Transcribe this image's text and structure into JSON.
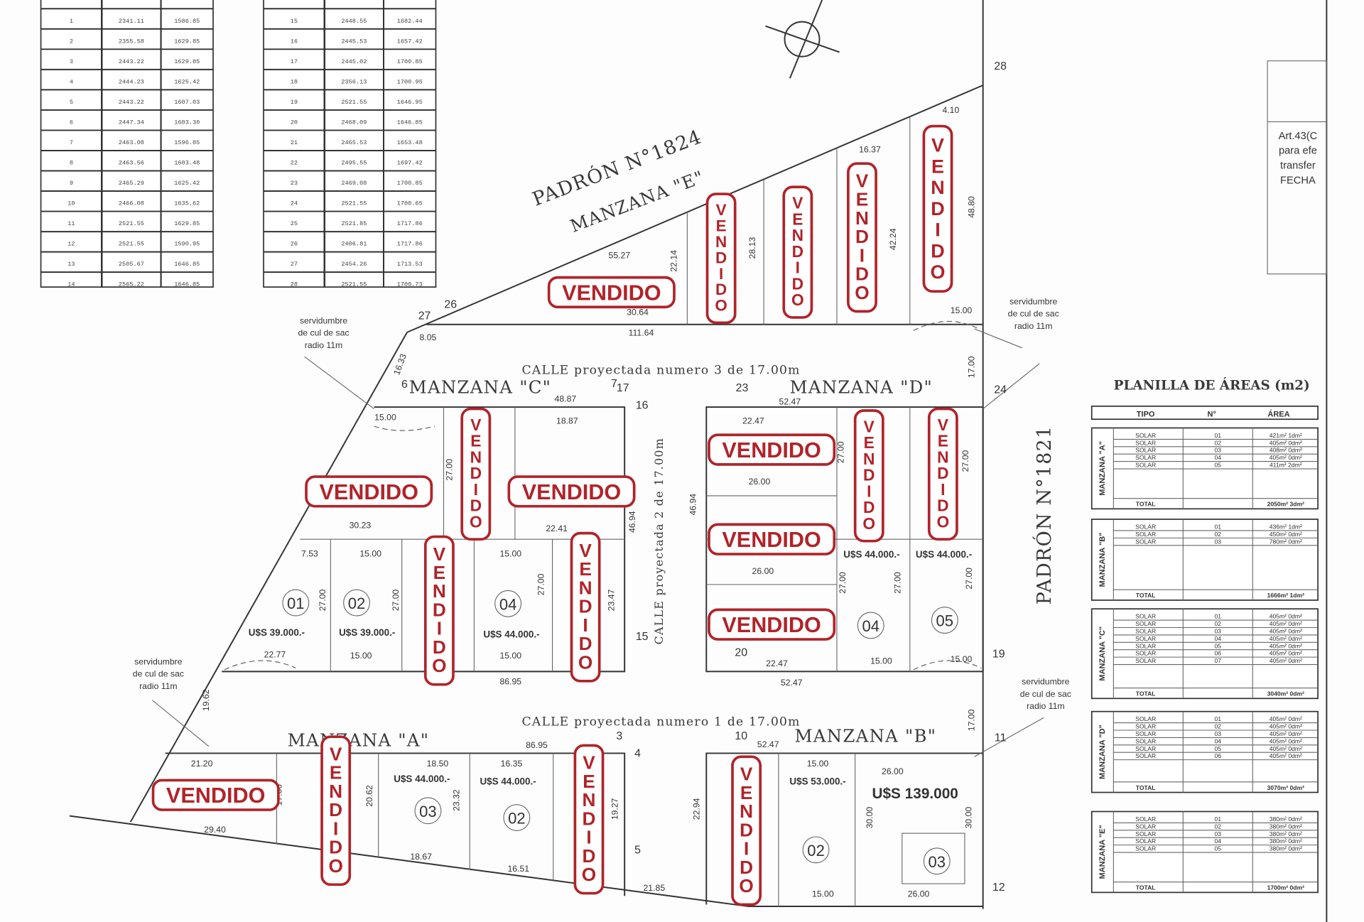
{
  "coordinate_tables": [
    {
      "rows": [
        [
          "1",
          "2341.11",
          "1586.85"
        ],
        [
          "2",
          "2355.58",
          "1629.85"
        ],
        [
          "3",
          "2443.22",
          "1629.85"
        ],
        [
          "4",
          "2444.23",
          "1625.42"
        ],
        [
          "5",
          "2443.22",
          "1607.03"
        ],
        [
          "6",
          "2447.34",
          "1603.30"
        ],
        [
          "7",
          "2463.08",
          "1596.85"
        ],
        [
          "8",
          "2463.56",
          "1603.48"
        ],
        [
          "9",
          "2465.29",
          "1625.42"
        ],
        [
          "10",
          "2466.08",
          "1635.62"
        ],
        [
          "11",
          "2521.55",
          "1629.85"
        ],
        [
          "12",
          "2521.55",
          "1590.95"
        ],
        [
          "13",
          "2505.67",
          "1646.85"
        ],
        [
          "14",
          "2565.22",
          "1646.85"
        ]
      ]
    },
    {
      "rows": [
        [
          "15",
          "2448.55",
          "1682.44"
        ],
        [
          "16",
          "2445.53",
          "1657.42"
        ],
        [
          "17",
          "2445.02",
          "1700.85"
        ],
        [
          "18",
          "2356.13",
          "1700.95"
        ],
        [
          "19",
          "2521.55",
          "1646.95"
        ],
        [
          "20",
          "2468.09",
          "1646.85"
        ],
        [
          "21",
          "2465.53",
          "1653.48"
        ],
        [
          "22",
          "2495.55",
          "1697.42"
        ],
        [
          "23",
          "2469.08",
          "1700.85"
        ],
        [
          "24",
          "2521.55",
          "1700.65"
        ],
        [
          "25",
          "2521.85",
          "1717.86"
        ],
        [
          "26",
          "2406.81",
          "1717.86"
        ],
        [
          "27",
          "2454.26",
          "1713.53"
        ],
        [
          "28",
          "2521.55",
          "1700.73"
        ]
      ]
    }
  ],
  "labels": {
    "padron_1824": "PADRÓN N°1824",
    "padron_1821": "PADRÓN N°1821",
    "manzana_e": "MANZANA \"E\"",
    "manzana_c": "MANZANA \"C\"",
    "manzana_d": "MANZANA \"D\"",
    "manzana_a": "MANZANA \"A\"",
    "manzana_b": "MANZANA \"B\"",
    "calle_3": "CALLE proyectada numero 3 de 17.00m",
    "calle_1": "CALLE proyectada numero 1 de 17.00m",
    "calle_2": "CALLE proyectada 2 de 17.00m"
  },
  "stamp_text": "VENDIDO",
  "stamps_horizontal_count": 7,
  "stamps_vertical_count": 12,
  "prices": [
    "U$S 39.000.-",
    "U$S 39.000.-",
    "U$S 44.000.-",
    "U$S 44.000.-",
    "U$S 44.000.-",
    "U$S 44.000.-",
    "U$S 44.000.-",
    "U$S 53.000.-",
    "U$S 139.000"
  ],
  "lots": [
    "01",
    "02",
    "04",
    "04",
    "05",
    "03",
    "02",
    "02",
    "03"
  ],
  "servidumbre": [
    [
      "servidumbre",
      "de cul de sac",
      "radio 11m"
    ],
    [
      "servidumbre",
      "de cul de sac",
      "radio 11m"
    ],
    [
      "servidumbre",
      "de cul de sac",
      "radio 11m"
    ],
    [
      "servidumbre",
      "de cul de sac",
      "radio 11m"
    ]
  ],
  "vertices": [
    "28",
    "27",
    "26",
    "24",
    "17",
    "23",
    "16",
    "15",
    "20",
    "19",
    "3",
    "4",
    "10",
    "11",
    "12",
    "5",
    "6",
    "7"
  ],
  "dimensions": [
    "55.27",
    "30.64",
    "111.64",
    "22.14",
    "28.13",
    "16.37",
    "42.24",
    "48.80",
    "4.10",
    "15.00",
    "17.00",
    "48.87",
    "18.87",
    "15.00",
    "22.47",
    "52.47",
    "26.00",
    "30.23",
    "22.41",
    "7.53",
    "15.00",
    "15.00",
    "27.00",
    "27.00",
    "27.00",
    "23.47",
    "46.94",
    "46.94",
    "22.77",
    "15.00",
    "15.00",
    "86.95",
    "26.00",
    "22.47",
    "52.47",
    "15.00",
    "15.00",
    "27.00",
    "27.00",
    "27.00",
    "17.00",
    "19.62",
    "21.20",
    "29.40",
    "18.50",
    "16.35",
    "86.95",
    "52.47",
    "15.00",
    "26.00",
    "18.67",
    "16.51",
    "21.85",
    "15.00",
    "26.00",
    "30.00",
    "30.00",
    "22.94",
    "19.27",
    "23.32",
    "20.62",
    "17.00",
    "16.33",
    "8.05",
    "27.00",
    "27.00",
    "27.00"
  ],
  "note_box": [
    "Art.43(C",
    "para efe",
    "transfer",
    "FECHA"
  ],
  "area_table": {
    "title": "PLANILLA DE ÁREAS (m2)",
    "headers": [
      "TIPO",
      "N°",
      "ÁREA"
    ],
    "groups": [
      {
        "name": "MANZANA \"A\"",
        "rows": [
          [
            "SOLAR",
            "01",
            "421m² 1dm²"
          ],
          [
            "SOLAR",
            "02",
            "405m² 0dm²"
          ],
          [
            "SOLAR",
            "03",
            "408m² 0dm²"
          ],
          [
            "SOLAR",
            "04",
            "405m² 0dm²"
          ],
          [
            "SOLAR",
            "05",
            "411m² 2dm²"
          ]
        ],
        "total": [
          "TOTAL",
          "",
          "2050m² 3dm²"
        ]
      },
      {
        "name": "MANZANA \"B\"",
        "rows": [
          [
            "SOLAR",
            "01",
            "436m² 1dm²"
          ],
          [
            "SOLAR",
            "02",
            "450m² 0dm²"
          ],
          [
            "SOLAR",
            "03",
            "780m² 0dm²"
          ]
        ],
        "total": [
          "TOTAL",
          "",
          "1666m² 1dm²"
        ]
      },
      {
        "name": "MANZANA \"C\"",
        "rows": [
          [
            "SOLAR",
            "01",
            "405m² 0dm²"
          ],
          [
            "SOLAR",
            "02",
            "405m² 0dm²"
          ],
          [
            "SOLAR",
            "03",
            "405m² 0dm²"
          ],
          [
            "SOLAR",
            "04",
            "405m² 0dm²"
          ],
          [
            "SOLAR",
            "05",
            "405m² 0dm²"
          ],
          [
            "SOLAR",
            "06",
            "405m² 0dm²"
          ],
          [
            "SOLAR",
            "07",
            "405m² 0dm²"
          ]
        ],
        "total": [
          "TOTAL",
          "",
          "3040m² 0dm²"
        ]
      },
      {
        "name": "MANZANA \"D\"",
        "rows": [
          [
            "SOLAR",
            "01",
            "405m² 0dm²"
          ],
          [
            "SOLAR",
            "02",
            "405m² 0dm²"
          ],
          [
            "SOLAR",
            "03",
            "405m² 0dm²"
          ],
          [
            "SOLAR",
            "04",
            "405m² 0dm²"
          ],
          [
            "SOLAR",
            "05",
            "405m² 0dm²"
          ],
          [
            "SOLAR",
            "06",
            "405m² 0dm²"
          ]
        ],
        "total": [
          "TOTAL",
          "",
          "3070m² 0dm²"
        ]
      },
      {
        "name": "MANZANA \"E\"",
        "rows": [
          [
            "SOLAR",
            "01",
            "380m² 0dm²"
          ],
          [
            "SOLAR",
            "02",
            "380m² 0dm²"
          ],
          [
            "SOLAR",
            "03",
            "380m² 0dm²"
          ],
          [
            "SOLAR",
            "04",
            "380m² 0dm²"
          ],
          [
            "SOLAR",
            "05",
            "380m² 0dm²"
          ]
        ],
        "total": [
          "TOTAL",
          "",
          "1700m² 0dm²"
        ]
      }
    ]
  },
  "colors": {
    "stamp": "#b0242a",
    "lines": "#333333"
  }
}
